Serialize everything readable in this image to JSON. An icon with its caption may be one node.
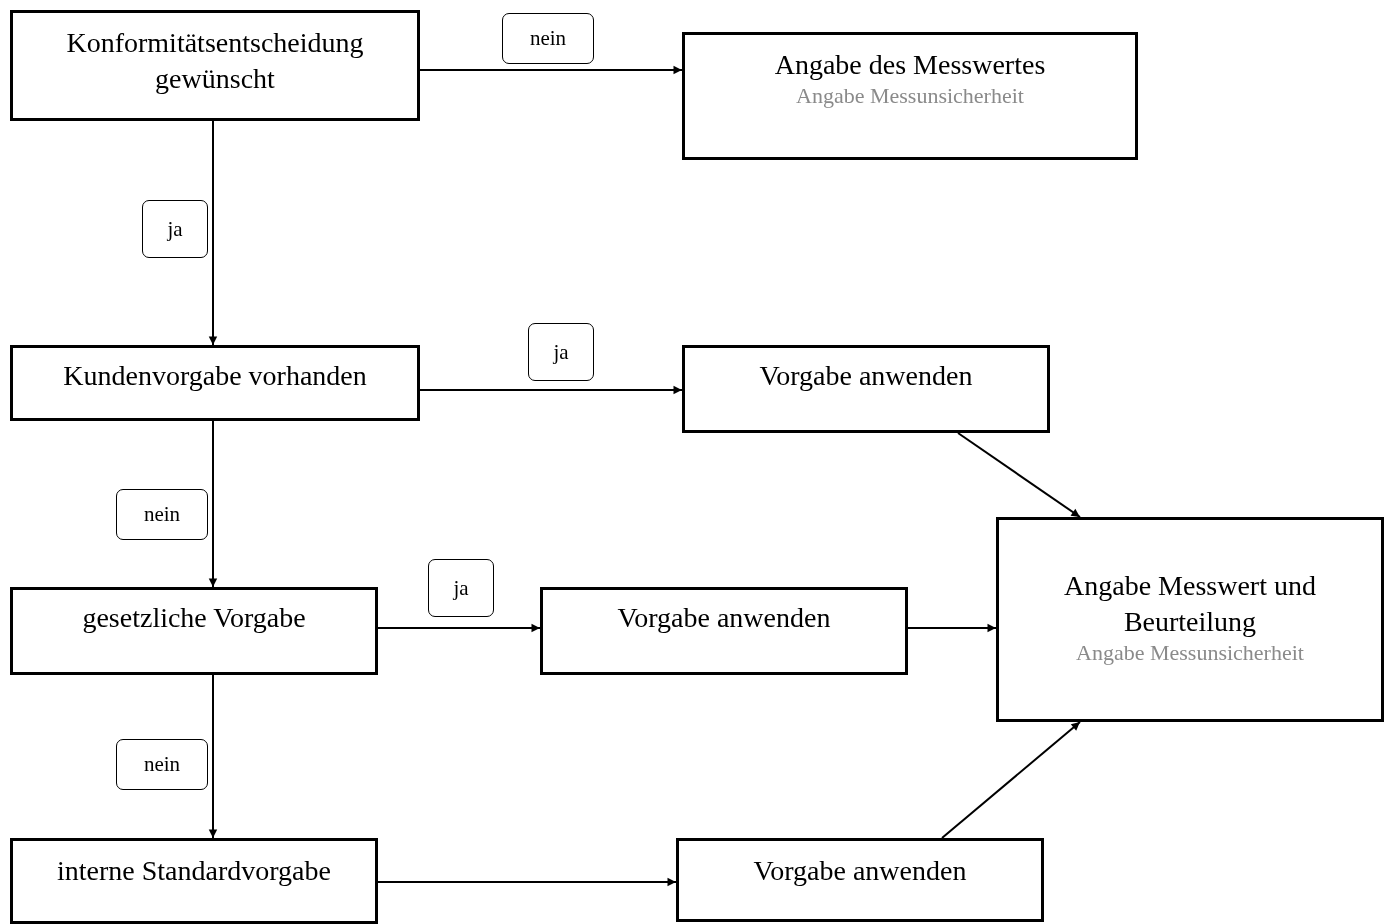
{
  "diagram": {
    "nodes": [
      {
        "text": [
          "Konformitätsentscheidung gewünscht"
        ]
      },
      {
        "text": [
          "Angabe des Messwertes",
          "Angabe Messunsicherheit"
        ]
      },
      {
        "text": [
          "Kundenvorgabe vorhanden"
        ]
      },
      {
        "text": [
          "Vorgabe anwenden"
        ]
      },
      {
        "text": [
          "gesetzliche Vorgabe"
        ]
      },
      {
        "text": [
          "Vorgabe anwenden"
        ]
      },
      {
        "text": [
          "Angabe Messwert und Beurteilung",
          "Angabe Messunsicherheit"
        ]
      },
      {
        "text": [
          "interne Standardvorgabe"
        ]
      },
      {
        "text": [
          "Vorgabe anwenden"
        ]
      }
    ],
    "edges": [
      {
        "from": 0,
        "to": 1,
        "arrow": "to",
        "label": "nein"
      },
      {
        "from": 0,
        "to": 2,
        "arrow": "to",
        "label": "ja"
      },
      {
        "from": 2,
        "to": 3,
        "arrow": "to",
        "label": "ja"
      },
      {
        "from": 2,
        "to": 4,
        "arrow": "to",
        "label": "nein"
      },
      {
        "from": 4,
        "to": 5,
        "arrow": "to",
        "label": "ja"
      },
      {
        "from": 4,
        "to": 7,
        "arrow": "to",
        "label": "nein"
      },
      {
        "from": 7,
        "to": 8,
        "arrow": "to"
      },
      {
        "from": 3,
        "to": 6,
        "arrow": "to"
      },
      {
        "from": 5,
        "to": 6,
        "arrow": "to"
      },
      {
        "from": 8,
        "to": 6,
        "arrow": "to"
      }
    ]
  }
}
